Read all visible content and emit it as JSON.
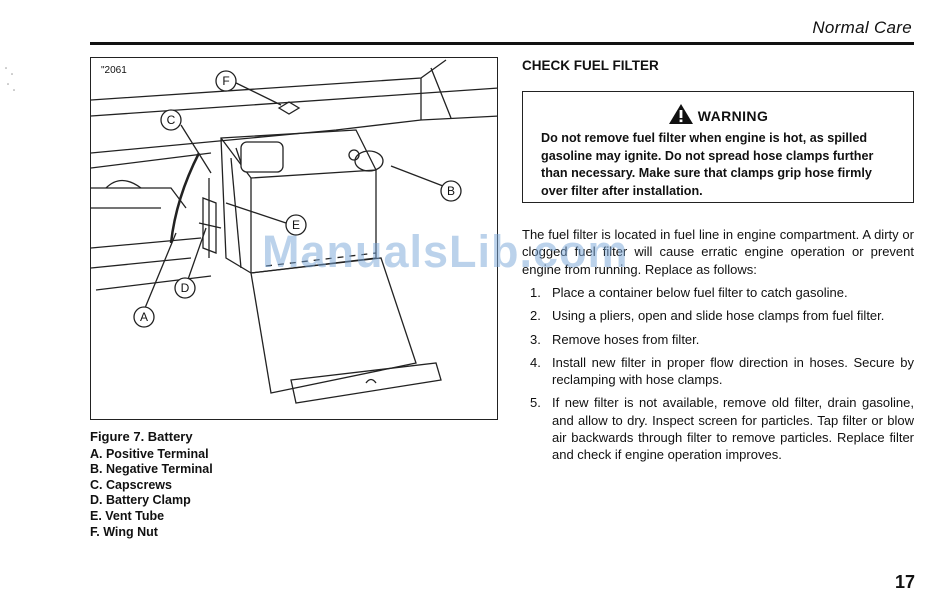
{
  "header": {
    "section": "Normal Care"
  },
  "figure": {
    "number": "\"2061",
    "callouts": [
      "A",
      "B",
      "C",
      "D",
      "E",
      "F"
    ],
    "caption_title": "Figure 7. Battery",
    "legend": [
      "A. Positive Terminal",
      "B. Negative Terminal",
      "C. Capscrews",
      "D. Battery Clamp",
      "E. Vent Tube",
      "F. Wing Nut"
    ]
  },
  "section": {
    "title": "CHECK FUEL FILTER",
    "warning_label": "WARNING",
    "warning_text": "Do not remove fuel filter when engine is hot, as spilled gasoline may ignite. Do not spread hose clamps further than necessary. Make sure that clamps grip hose firmly over filter after installation.",
    "intro": "The fuel filter is located in fuel line in engine compartment. A dirty or clogged fuel filter will cause erratic engine operation or prevent engine from running. Replace as follows:",
    "steps": [
      {
        "num": "1.",
        "text": "Place a container below fuel filter to catch gasoline."
      },
      {
        "num": "2.",
        "text": "Using a pliers, open and slide hose clamps from fuel filter."
      },
      {
        "num": "3.",
        "text": "Remove hoses from filter."
      },
      {
        "num": "4.",
        "text": "Install new filter in proper flow direction in hoses. Secure by reclamping with hose clamps."
      },
      {
        "num": "5.",
        "text": "If new filter is not available, remove old filter, drain gasoline, and allow to dry. Inspect screen for particles. Tap filter or blow air backwards through filter to remove particles. Replace filter and check if engine operation improves."
      }
    ]
  },
  "page_number": "17",
  "watermark": "ManualsLib.com"
}
